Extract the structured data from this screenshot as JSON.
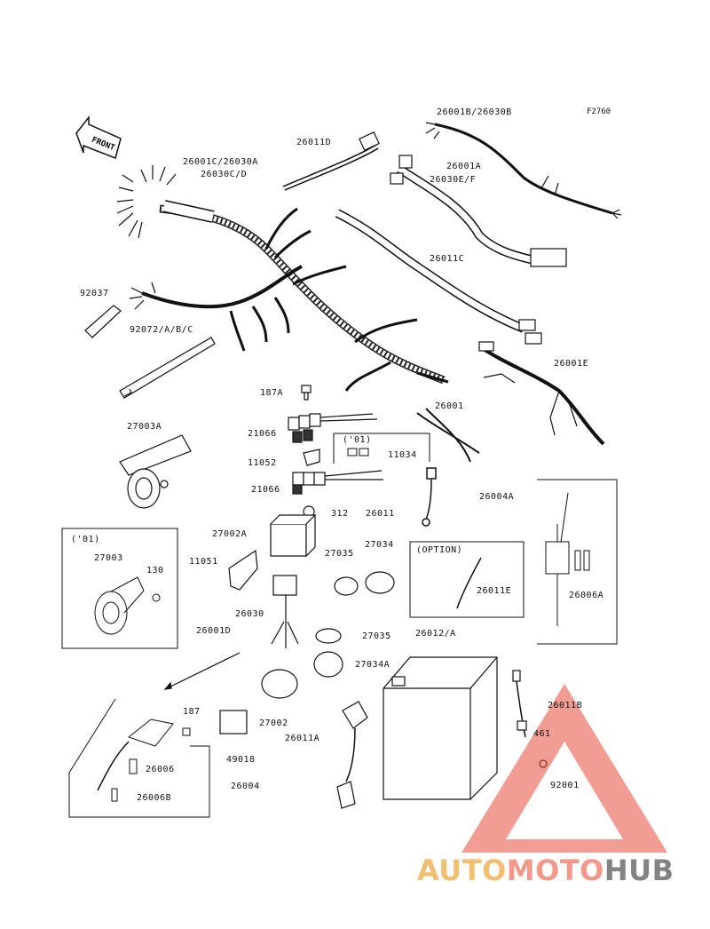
{
  "diagram": {
    "ref_code": "F2760",
    "front_label": "FRONT",
    "labels": [
      {
        "id": "l-26001b",
        "text": "26001B/26030B"
      },
      {
        "id": "l-26011d",
        "text": "26011D"
      },
      {
        "id": "l-26001c",
        "text": "26001C/26030A"
      },
      {
        "id": "l-26030c",
        "text": "26030C/D"
      },
      {
        "id": "l-26001a",
        "text": "26001A"
      },
      {
        "id": "l-26030e",
        "text": "26030E/F"
      },
      {
        "id": "l-26011c",
        "text": "26011C"
      },
      {
        "id": "l-92037",
        "text": "92037"
      },
      {
        "id": "l-92072",
        "text": "92072/A/B/C"
      },
      {
        "id": "l-26001e",
        "text": "26001E"
      },
      {
        "id": "l-187a",
        "text": "187A"
      },
      {
        "id": "l-26001",
        "text": "26001"
      },
      {
        "id": "l-27003a",
        "text": "27003A"
      },
      {
        "id": "l-21066a",
        "text": "21066"
      },
      {
        "id": "l-01a",
        "text": "('01)"
      },
      {
        "id": "l-11034",
        "text": "11034"
      },
      {
        "id": "l-11052",
        "text": "11052"
      },
      {
        "id": "l-21066b",
        "text": "21066"
      },
      {
        "id": "l-312",
        "text": "312"
      },
      {
        "id": "l-26011",
        "text": "26011"
      },
      {
        "id": "l-26004a",
        "text": "26004A"
      },
      {
        "id": "l-27002a",
        "text": "27002A"
      },
      {
        "id": "l-01b",
        "text": "('01)"
      },
      {
        "id": "l-27035a",
        "text": "27035"
      },
      {
        "id": "l-27034",
        "text": "27034"
      },
      {
        "id": "l-option",
        "text": "(OPTION)"
      },
      {
        "id": "l-27003",
        "text": "27003"
      },
      {
        "id": "l-130",
        "text": "130"
      },
      {
        "id": "l-11051",
        "text": "11051"
      },
      {
        "id": "l-26011e",
        "text": "26011E"
      },
      {
        "id": "l-26006a",
        "text": "26006A"
      },
      {
        "id": "l-26030",
        "text": "26030"
      },
      {
        "id": "l-26001d",
        "text": "26001D"
      },
      {
        "id": "l-27035b",
        "text": "27035"
      },
      {
        "id": "l-26012",
        "text": "26012/A"
      },
      {
        "id": "l-27034a",
        "text": "27034A"
      },
      {
        "id": "l-187",
        "text": "187"
      },
      {
        "id": "l-27002",
        "text": "27002"
      },
      {
        "id": "l-26011b",
        "text": "26011B"
      },
      {
        "id": "l-26011a",
        "text": "26011A"
      },
      {
        "id": "l-461",
        "text": "461"
      },
      {
        "id": "l-26006",
        "text": "26006"
      },
      {
        "id": "l-49018",
        "text": "49018"
      },
      {
        "id": "l-92001",
        "text": "92001"
      },
      {
        "id": "l-26004",
        "text": "26004"
      },
      {
        "id": "l-26006b",
        "text": "26006B"
      }
    ]
  },
  "watermark": {
    "part1": "AUTO",
    "part2": "MOTO",
    "part3": "HUB",
    "color_orange": "#f0b35a",
    "color_red": "#f08878",
    "color_gray": "#6e6e6e"
  }
}
